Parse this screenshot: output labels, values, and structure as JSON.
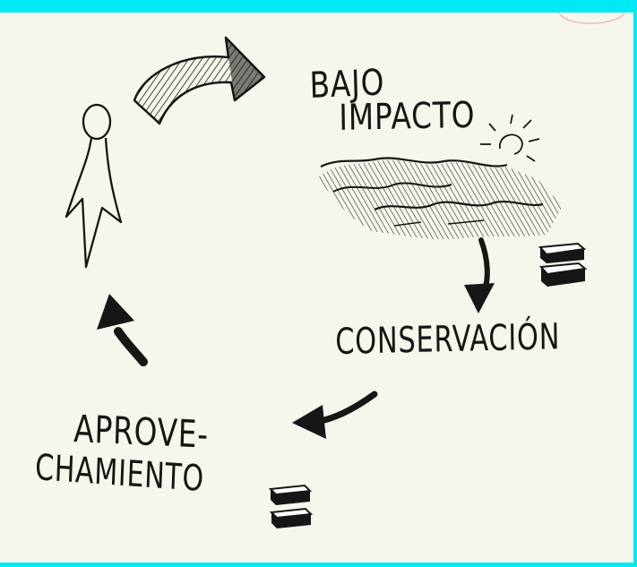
{
  "labels": {
    "bajo": "BAJO",
    "impacto": "IMPACTO",
    "conservacion": "CONSERVACIÓN",
    "aprove": "APROVE-",
    "chamiento": "CHAMIENTO"
  },
  "colors": {
    "paper": "#f7f6ec",
    "ink": "#161616",
    "frame": "#00e9f4"
  }
}
